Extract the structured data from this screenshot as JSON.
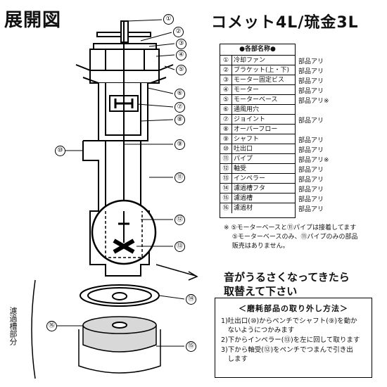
{
  "heading": "展開図",
  "product": "コメット4L/琉金3L",
  "parts_header": "●各部名称●",
  "parts": [
    {
      "num": "①",
      "name": "冷却ファン",
      "stock": "部品アリ"
    },
    {
      "num": "②",
      "name": "ブラケット(上・下)",
      "stock": "部品アリ"
    },
    {
      "num": "③",
      "name": "モーター固定ビス",
      "stock": "部品アリ"
    },
    {
      "num": "④",
      "name": "モーター",
      "stock": "部品アリ"
    },
    {
      "num": "⑤",
      "name": "モーターベース",
      "stock": "部品アリ※"
    },
    {
      "num": "⑥",
      "name": "通風用穴",
      "stock": ""
    },
    {
      "num": "⑦",
      "name": "ジョイント",
      "stock": "部品アリ"
    },
    {
      "num": "⑧",
      "name": "オーバーフロー",
      "stock": ""
    },
    {
      "num": "⑨",
      "name": "シャフト",
      "stock": "部品アリ"
    },
    {
      "num": "⑩",
      "name": "吐出口",
      "stock": "部品アリ"
    },
    {
      "num": "⑪",
      "name": "パイプ",
      "stock": "部品アリ※"
    },
    {
      "num": "⑫",
      "name": "軸受",
      "stock": "部品アリ"
    },
    {
      "num": "⑬",
      "name": "インペラー",
      "stock": "部品アリ"
    },
    {
      "num": "⑭",
      "name": "濾過槽フタ",
      "stock": "部品アリ"
    },
    {
      "num": "⑮",
      "name": "濾過槽",
      "stock": "部品アリ"
    },
    {
      "num": "⑯",
      "name": "濾過材",
      "stock": "部品アリ"
    }
  ],
  "note_lines": [
    "※ ⑤モーターベースと⑪パイプは接着してます",
    "　 ⑤モーターベースのみ、⑪パイプのみの部品",
    "　 販売はありません。"
  ],
  "caption_lines": [
    "音がうるさくなってきたら",
    "取替えて下さい"
  ],
  "removal_title": "＜磨耗部品の取り外し方法＞",
  "removal_steps": [
    "1)吐出口(⑩)からペンチでシャフト(⑨)を動か",
    "　ないようにつかみます",
    "2)下からインペラー(⑬)を左に回して取ります",
    "3)下から軸受(⑫)をペンチでつまんで引き出",
    "　します"
  ],
  "side_label": "濾過槽部分",
  "callouts": [
    "①",
    "②",
    "③",
    "④",
    "⑤",
    "⑥",
    "⑦",
    "⑧",
    "⑨",
    "⑩",
    "⑪",
    "⑫",
    "⑬",
    "⑭",
    "⑮",
    "⑯"
  ]
}
